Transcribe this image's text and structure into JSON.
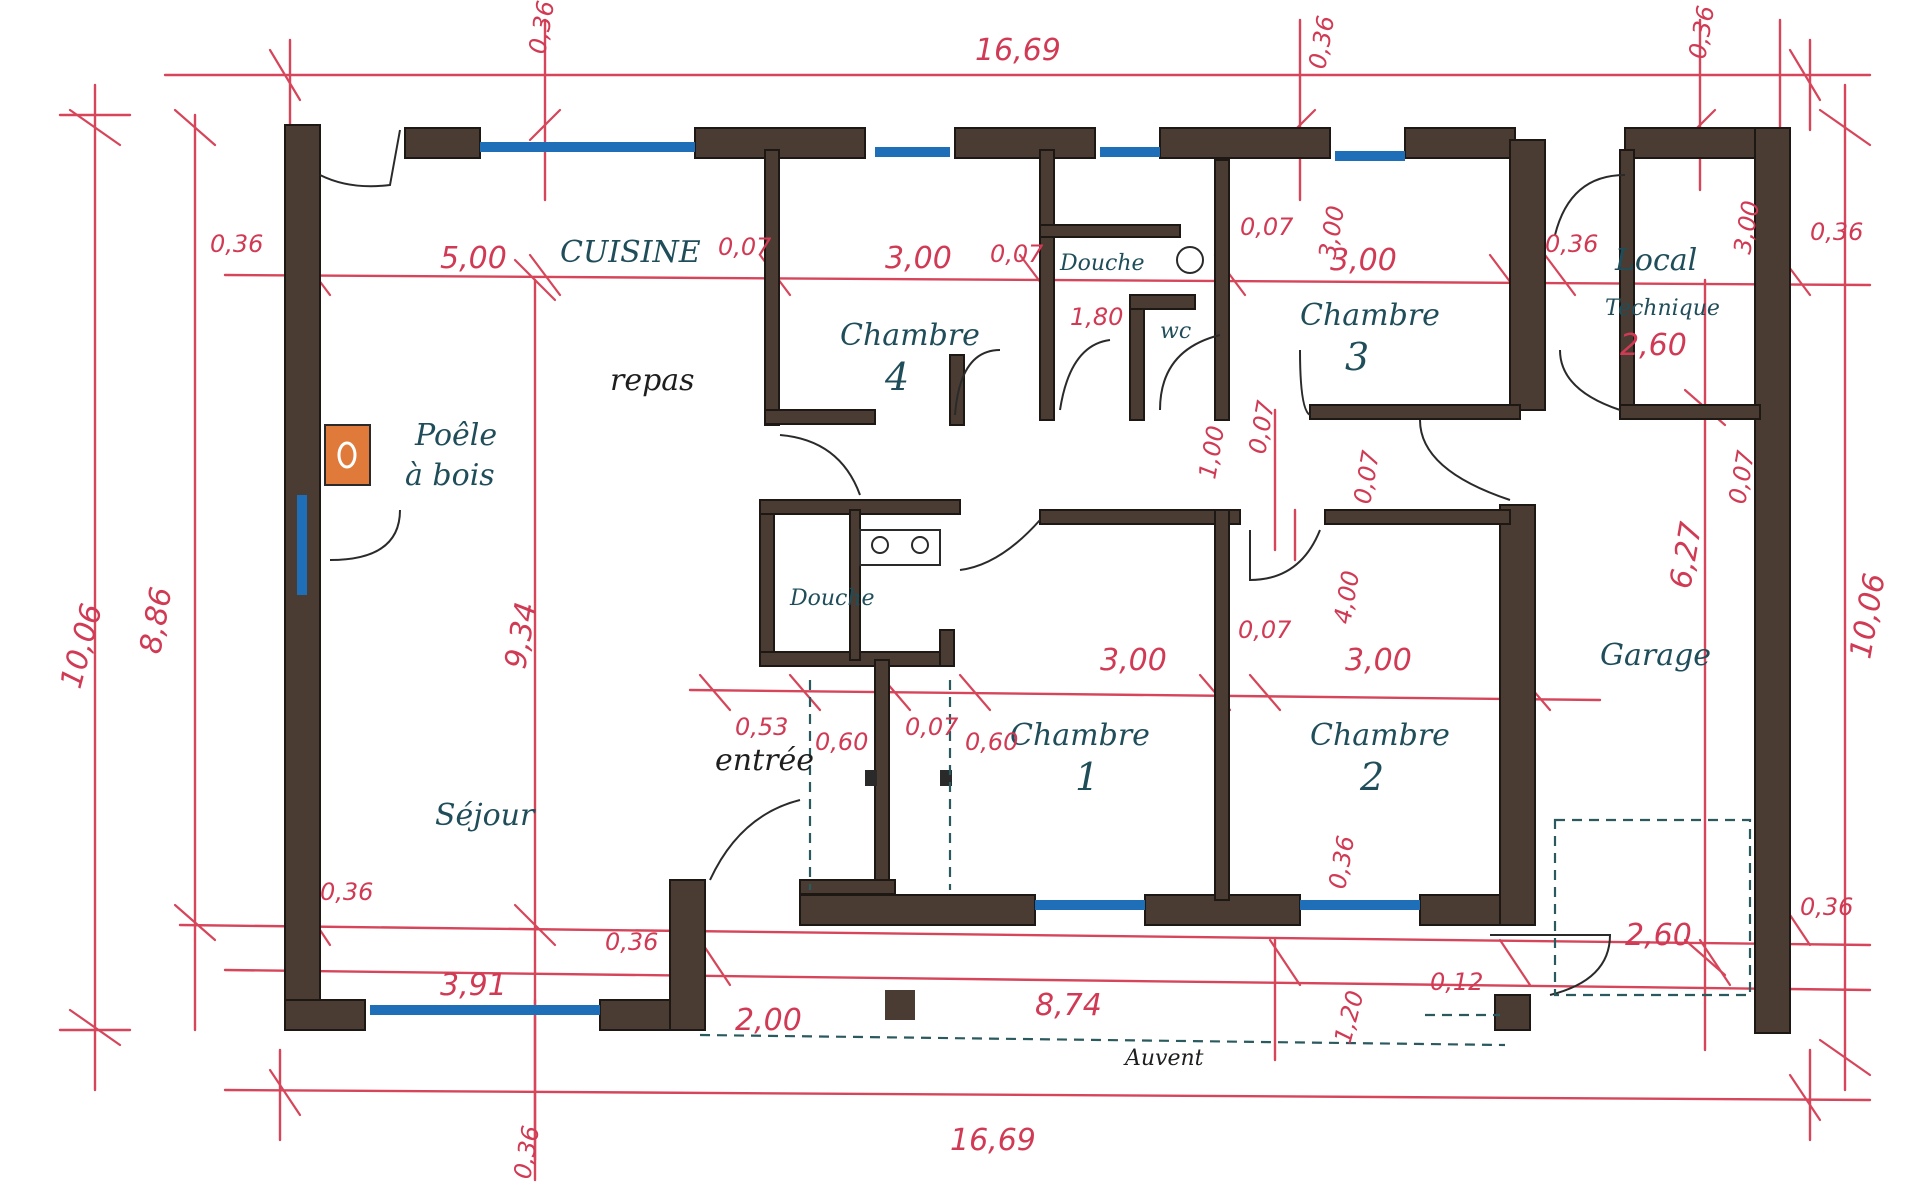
{
  "plan": {
    "rooms": {
      "cuisine": "CUISINE",
      "repas": "repas",
      "poele_line1": "Poêle",
      "poele_line2": "à bois",
      "sejour": "Séjour",
      "entree": "entrée",
      "chambre_label": "Chambre",
      "chambre1_num": "1",
      "chambre2_num": "2",
      "chambre3_num": "3",
      "chambre4_num": "4",
      "douche_top": "Douche",
      "douche_bottom": "Douche",
      "wc": "wc",
      "local_line1": "Local",
      "local_line2": "Technique",
      "garage": "Garage",
      "auvent": "Auvent"
    },
    "dimensions": {
      "total_length_top": "16,69",
      "total_length_bottom": "16,69",
      "total_width_left_outer": "10,06",
      "total_width_left_inner": "8,86",
      "total_width_right": "10,06",
      "sejour_height": "9,34",
      "garage_depth": "6,27",
      "cuisine_len": "5,00",
      "chambre4_len": "3,00",
      "chambre3_len": "3,00",
      "chambre1_len": "3,00",
      "chambre2_len": "3,00",
      "local_len": "2,60",
      "garage_door": "2,60",
      "douche_depth": "1,80",
      "chambre3_depth": "3,00",
      "local_depth": "3,00",
      "chambre2_depth": "4,00",
      "couloir_width": "1,00",
      "sejour_window": "3,91",
      "front_facade": "8,74",
      "auvent_depth": "1,20",
      "porch_len": "2,00",
      "wall_a": "0,36",
      "wall_b": "0,36",
      "wall_c": "0,36",
      "wall_d": "0,36",
      "wall_e": "0,36",
      "wall_f": "0,36",
      "wall_g": "0,36",
      "wall_h": "0,36",
      "wall_i": "0,36",
      "wall_j": "0,36",
      "wall_k": "0,36",
      "part_a": "0,07",
      "part_b": "0,07",
      "part_c": "0,07",
      "part_d": "0,07",
      "part_e": "0,07",
      "part_f": "0,07",
      "part_g": "0,07",
      "part_h": "0,07",
      "entree_a": "0,53",
      "entree_b": "0,60",
      "entree_c": "0,60",
      "auvent_gap": "0,12"
    }
  }
}
